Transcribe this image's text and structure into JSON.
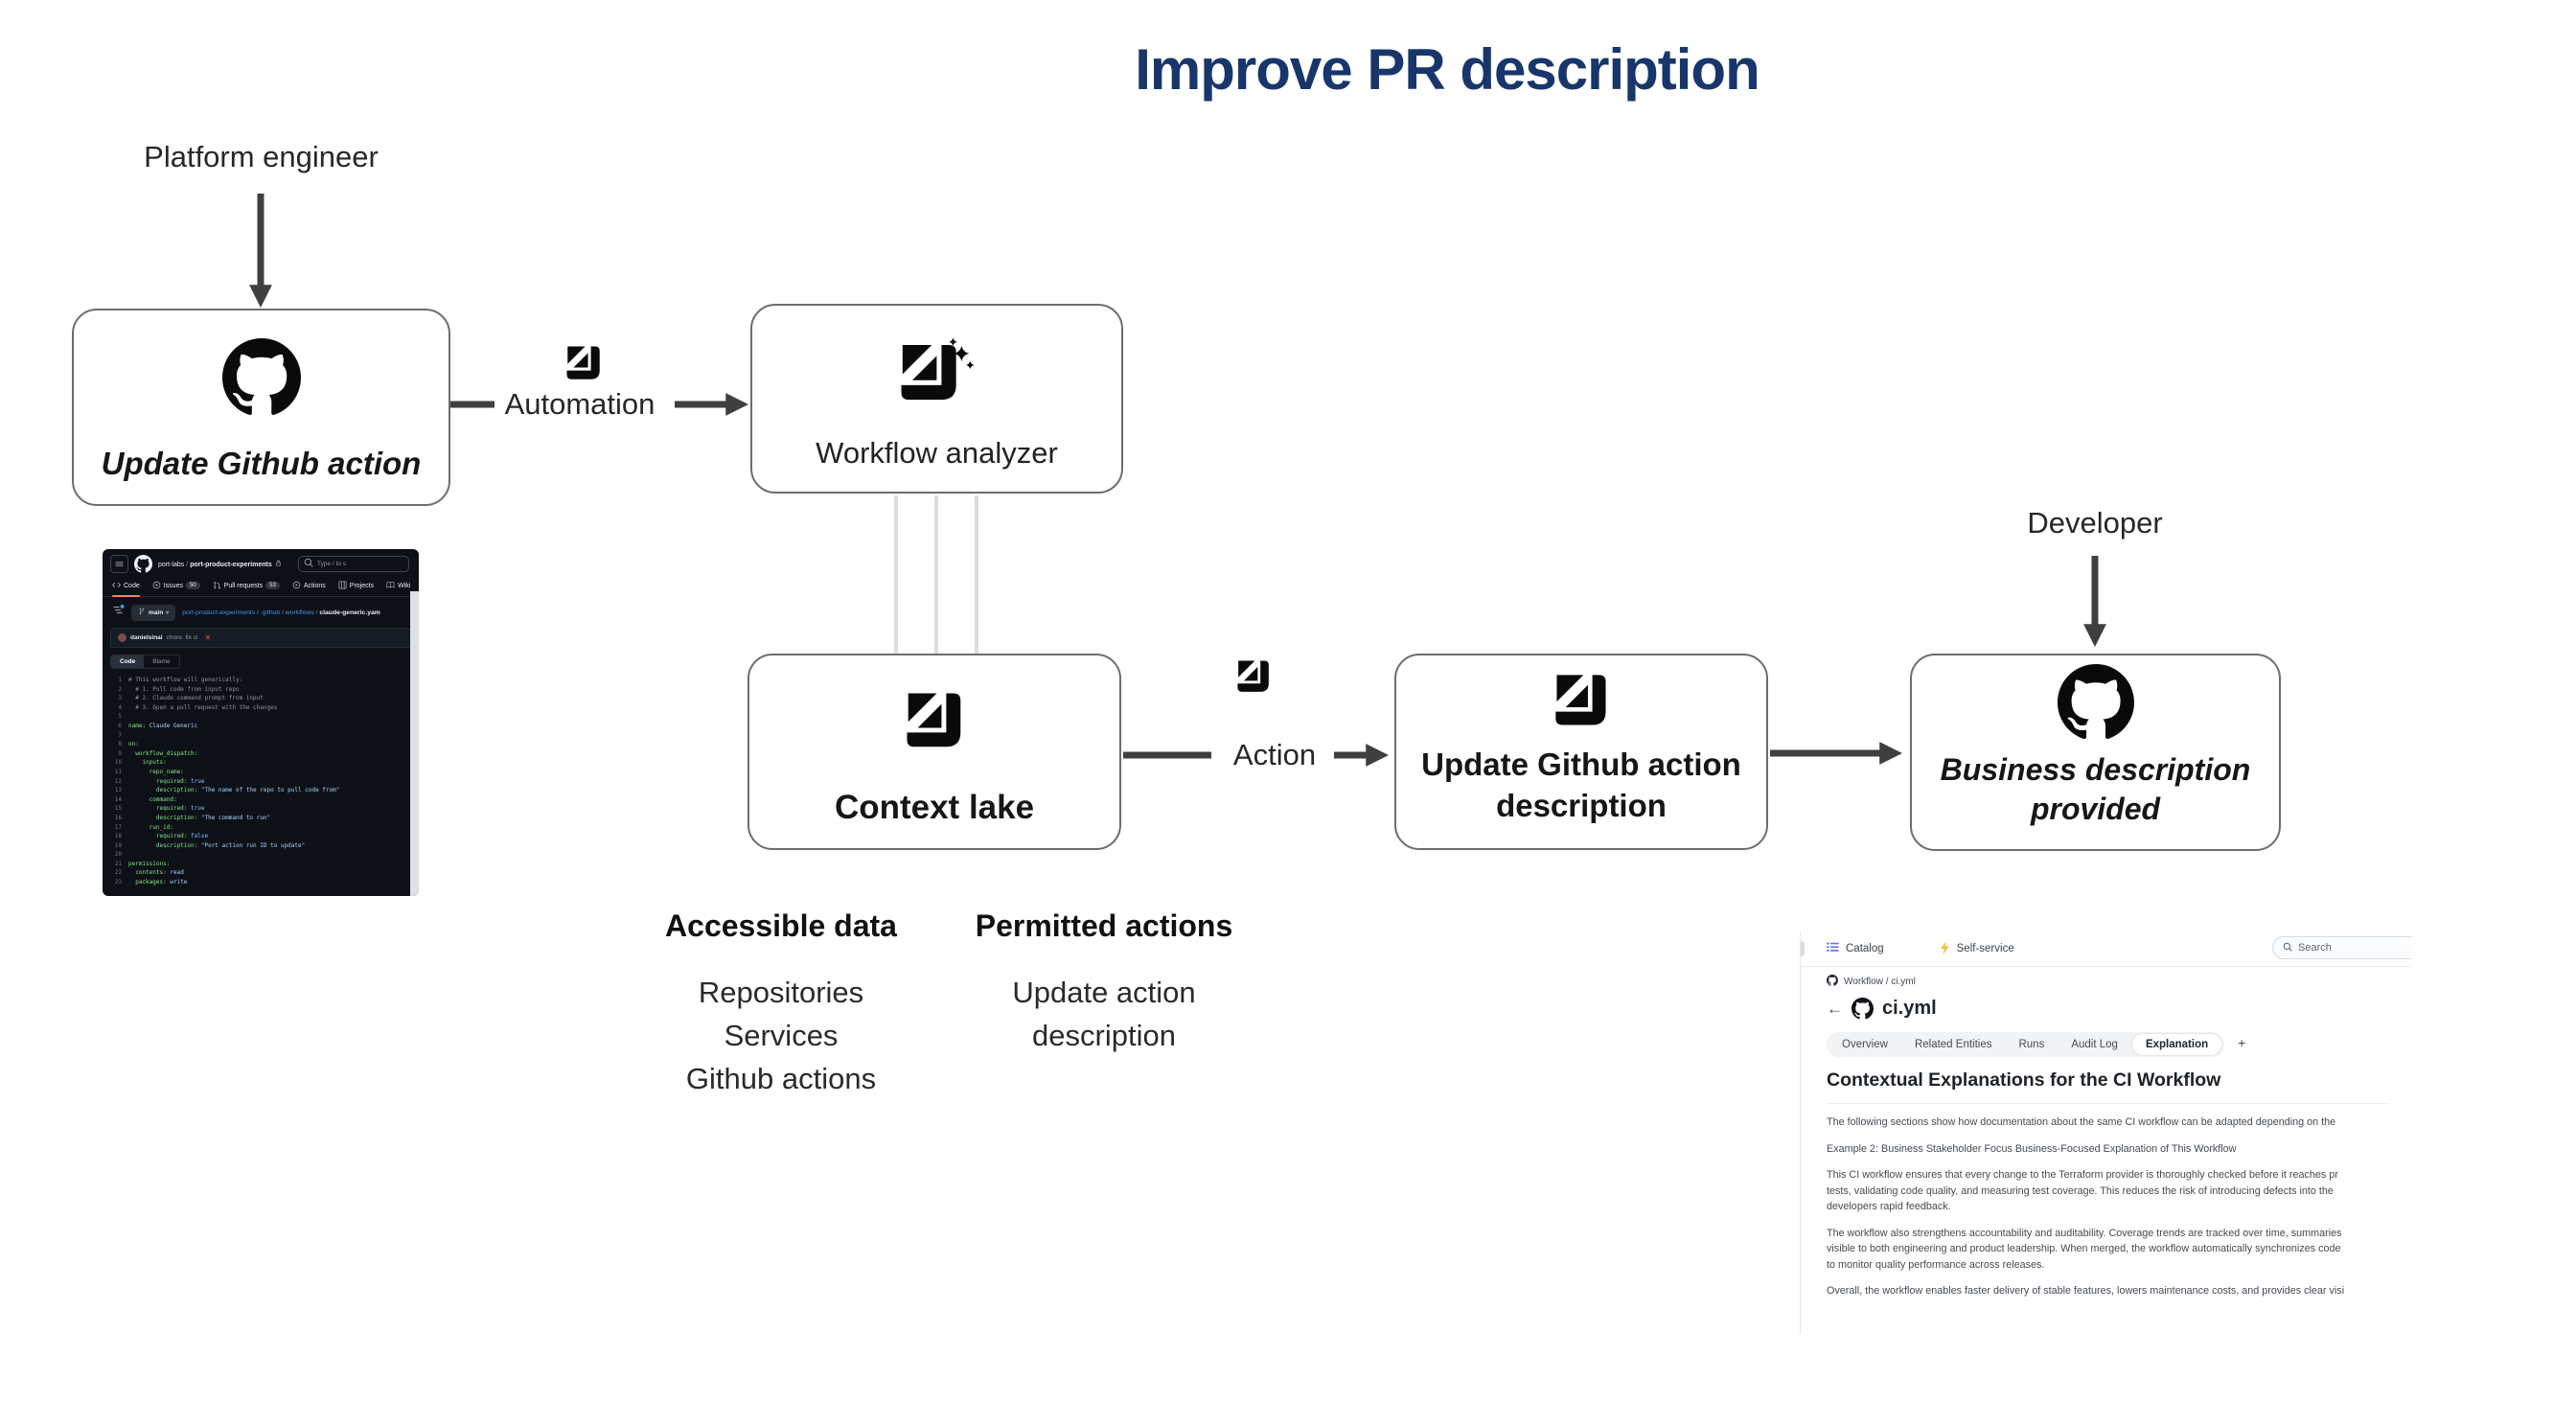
{
  "title": "Improve PR description",
  "colors": {
    "title_navy": "#18366b",
    "arrow_gray": "#3f3f3f",
    "connector_light_gray": "#dcdcdc",
    "github_bg_dark": "#0d1117",
    "github_link_blue": "#4493f8",
    "github_tab_underline_orange": "#f78166",
    "fail_red": "#f85149",
    "port_accent_purple": "#6b72e0",
    "bolt_yellow": "#f6c244"
  },
  "diagram": {
    "platform_engineer_label": "Platform engineer",
    "developer_label": "Developer",
    "nodes": {
      "update_github_action": {
        "label": "Update Github action",
        "icon": "github-icon"
      },
      "workflow_analyzer": {
        "label": "Workflow analyzer",
        "icon": "port-ai-icon"
      },
      "context_lake": {
        "label": "Context lake",
        "icon": "port-logo-icon"
      },
      "update_description": {
        "label": "Update Github action description",
        "icon": "port-logo-icon"
      },
      "business_description": {
        "label": "Business description provided",
        "icon": "github-icon"
      }
    },
    "edge_labels": {
      "automation": "Automation",
      "action": "Action"
    },
    "edge_icons": {
      "automation": "port-logo-icon",
      "action": "port-logo-icon"
    },
    "columns": [
      {
        "heading": "Accessible data",
        "items": [
          "Repositories",
          "Services",
          "Github actions"
        ]
      },
      {
        "heading": "Permitted actions",
        "items": [
          "Update action",
          "description"
        ]
      }
    ]
  },
  "github": {
    "org": "port-labs",
    "separator": "/",
    "repo": "port-product-experiments",
    "search_placeholder": "Type / to s",
    "nav": [
      {
        "label": "Code",
        "icon": "code-icon",
        "active": true
      },
      {
        "label": "Issues",
        "icon": "issue-icon",
        "badge": "50"
      },
      {
        "label": "Pull requests",
        "icon": "pull-request-icon",
        "badge": "53"
      },
      {
        "label": "Actions",
        "icon": "play-circle-icon"
      },
      {
        "label": "Projects",
        "icon": "project-board-icon"
      },
      {
        "label": "Wiki",
        "icon": "book-icon"
      }
    ],
    "branch": "main",
    "branch_caret": "▾",
    "breadcrumb_links": "port-product-experiments / .github / workflows / ",
    "breadcrumb_file": "claude-generic.yam",
    "commit": {
      "author": "danielsinai",
      "message": "chore: fix ci",
      "status_icon": "x-failed-icon",
      "status_glyph": "✕"
    },
    "file_tabs": [
      "Code",
      "Blame"
    ],
    "code": [
      [
        [
          "c",
          "# This workflow will generically:"
        ]
      ],
      [
        [
          "c",
          "  # 1. Pull code from input repo"
        ]
      ],
      [
        [
          "c",
          "  # 2. Claude command prompt from input"
        ]
      ],
      [
        [
          "c",
          "  # 3. Open a pull request with the changes"
        ]
      ],
      [],
      [
        [
          "k",
          "name:"
        ],
        [
          "p",
          " Claude Generic"
        ]
      ],
      [],
      [
        [
          "k",
          "on:"
        ]
      ],
      [
        [
          "k",
          "  workflow_dispatch:"
        ]
      ],
      [
        [
          "k",
          "    inputs:"
        ]
      ],
      [
        [
          "k",
          "      repo_name:"
        ]
      ],
      [
        [
          "k",
          "        required:"
        ],
        [
          "b",
          " true"
        ]
      ],
      [
        [
          "k",
          "        description:"
        ],
        [
          "s",
          " \"The name of the repo to pull code from\""
        ]
      ],
      [
        [
          "k",
          "      command:"
        ]
      ],
      [
        [
          "k",
          "        required:"
        ],
        [
          "b",
          " true"
        ]
      ],
      [
        [
          "k",
          "        description:"
        ],
        [
          "s",
          " \"The command to run\""
        ]
      ],
      [
        [
          "k",
          "      run_id:"
        ]
      ],
      [
        [
          "k",
          "        required:"
        ],
        [
          "b",
          " false"
        ]
      ],
      [
        [
          "k",
          "        description:"
        ],
        [
          "s",
          " \"Port action run ID to update\""
        ]
      ],
      [],
      [
        [
          "k",
          "permissions:"
        ]
      ],
      [
        [
          "k",
          "  contents:"
        ],
        [
          "p",
          " read"
        ]
      ],
      [
        [
          "k",
          "  packages:"
        ],
        [
          "p",
          " write"
        ]
      ]
    ]
  },
  "port": {
    "nav": {
      "catalog": "Catalog",
      "catalog_icon": "list-icon",
      "self_service": "Self-service",
      "self_service_icon": "lightning-bolt-icon",
      "search_placeholder": "Search",
      "search_icon": "search-icon"
    },
    "breadcrumb": "Workflow  /  ci.yml",
    "back_glyph": "←",
    "entity_title": "ci.yml",
    "tabs": [
      {
        "label": "Overview"
      },
      {
        "label": "Related Entities"
      },
      {
        "label": "Runs"
      },
      {
        "label": "Audit Log"
      },
      {
        "label": "Explanation",
        "active": true
      }
    ],
    "add_tab_label": "+",
    "heading": "Contextual Explanations for the CI Workflow",
    "paragraphs": [
      [
        "The following sections show how documentation about the same CI workflow can be adapted depending on the"
      ],
      [
        "Example 2: Business Stakeholder Focus Business-Focused Explanation of This Workflow"
      ],
      [
        "This CI workflow ensures that every change to the Terraform provider is thoroughly checked before it reaches pr",
        "tests, validating code quality, and measuring test coverage. This reduces the risk of introducing defects into the",
        "developers rapid feedback."
      ],
      [
        "The workflow also strengthens accountability and auditability. Coverage trends are tracked over time, summaries",
        "visible to both engineering and product leadership. When merged, the workflow automatically synchronizes code",
        "to monitor quality performance across releases."
      ],
      [
        "Overall, the workflow enables faster delivery of stable features, lowers maintenance costs, and provides clear visi"
      ]
    ]
  }
}
